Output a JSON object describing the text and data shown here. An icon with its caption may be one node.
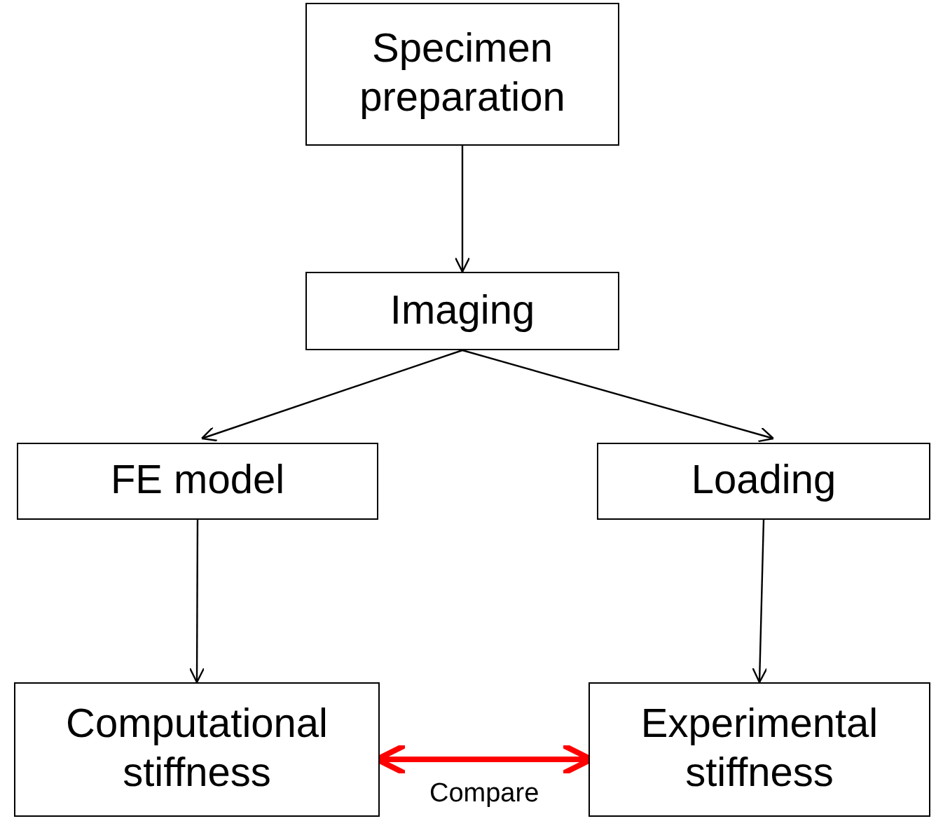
{
  "diagram": {
    "nodes": [
      {
        "text": [
          "Specimen preparation"
        ]
      },
      {
        "text": [
          "Imaging"
        ]
      },
      {
        "text": [
          "FE model"
        ]
      },
      {
        "text": [
          "Loading"
        ]
      },
      {
        "text": [
          "Computational stiffness"
        ]
      },
      {
        "text": [
          "Experimental stiffness"
        ]
      }
    ],
    "edges": [
      {
        "from": 0,
        "to": 1,
        "arrow": "to"
      },
      {
        "from": 1,
        "to": 2,
        "arrow": "to"
      },
      {
        "from": 1,
        "to": 3,
        "arrow": "to"
      },
      {
        "from": 2,
        "to": 4,
        "arrow": "to"
      },
      {
        "from": 3,
        "to": 5,
        "arrow": "to"
      },
      {
        "from": 4,
        "to": 5,
        "arrow": "both",
        "label": "Compare",
        "style": "thick",
        "color": "#ff0000"
      }
    ]
  }
}
